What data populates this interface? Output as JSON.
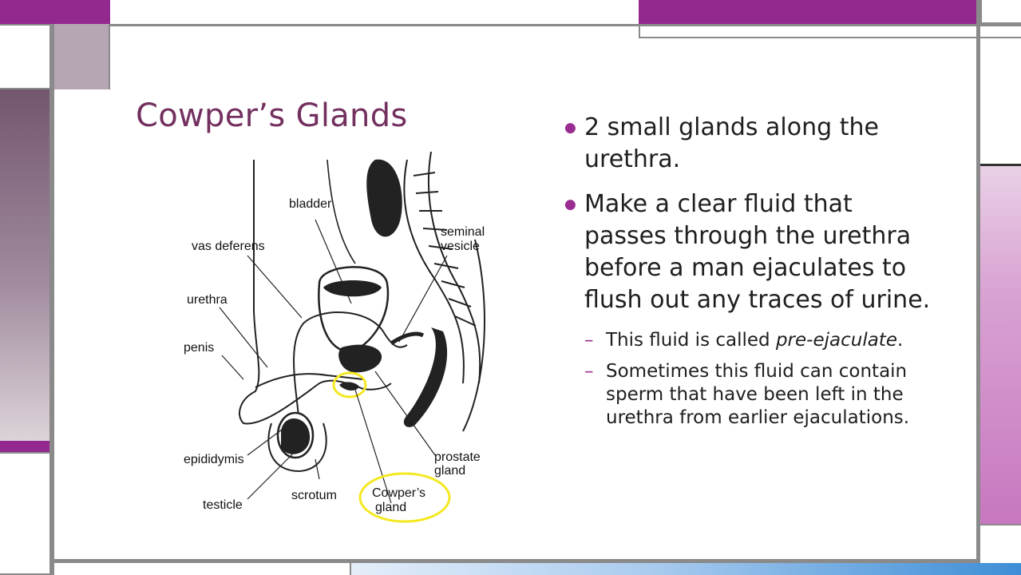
{
  "title": "Cowper’s Glands",
  "bullets": [
    {
      "text": "2 small glands along the urethra."
    },
    {
      "text": "Make a clear fluid that passes through the urethra before a man ejaculates to flush out any traces of urine."
    }
  ],
  "sub_bullets": [
    {
      "text_plain": "This fluid is called ",
      "text_italic": "pre-ejaculate",
      "text_end": "."
    },
    {
      "text": "Sometimes this fluid can contain sperm that have been left in the urethra from earlier ejaculations."
    }
  ],
  "diagram": {
    "labels": {
      "bladder": "bladder",
      "vas_deferens": "vas deferens",
      "seminal_vesicle_1": "seminal",
      "seminal_vesicle_2": "vesicle",
      "urethra": "urethra",
      "penis": "penis",
      "epididymis": "epididymis",
      "testicle": "testicle",
      "scrotum": "scrotum",
      "cowpers_1": "Cowper’s",
      "cowpers_2": "gland",
      "prostate_1": "prostate",
      "prostate_2": "gland"
    },
    "highlight_color": "#f4e821"
  },
  "colors": {
    "purple": "#93288f",
    "title": "#73305f",
    "bullet": "#9b2d92",
    "blue_bar": "#3d8ed6",
    "pink_panel": "#c777bf",
    "gray": "#8a8a8a"
  }
}
